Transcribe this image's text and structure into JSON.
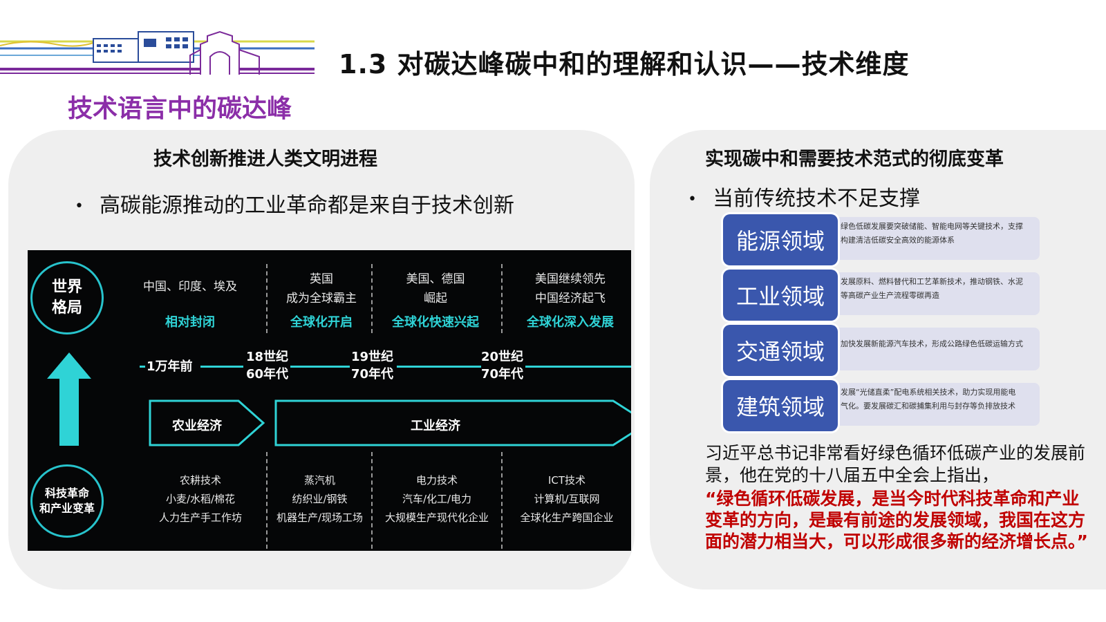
{
  "header": {
    "title": "1.3 对碳达峰碳中和的理解和认识——技术维度",
    "subtitle": "技术语言中的碳达峰"
  },
  "left_panel": {
    "heading": "技术创新推进人类文明进程",
    "bullet": "高碳能源推动的工业革命都是来自于技术创新",
    "infographic": {
      "world_circle": [
        "世界",
        "格局"
      ],
      "tech_circle": [
        "科技革命",
        "和产业变革"
      ],
      "eras": [
        {
          "lines": [
            "中国、印度、埃及"
          ],
          "highlight": "相对封闭"
        },
        {
          "lines": [
            "英国",
            "成为全球霸主"
          ],
          "highlight": "全球化开启"
        },
        {
          "lines": [
            "美国、德国",
            "崛起"
          ],
          "highlight": "全球化快速兴起"
        },
        {
          "lines": [
            "美国继续领先",
            "中国经济起飞"
          ],
          "highlight": "全球化深入发展"
        }
      ],
      "timeline": [
        {
          "lines": [
            "1万年前"
          ]
        },
        {
          "lines": [
            "18世纪",
            "60年代"
          ]
        },
        {
          "lines": [
            "19世纪",
            "70年代"
          ]
        },
        {
          "lines": [
            "20世纪",
            "70年代"
          ]
        }
      ],
      "economies": [
        "农业经济",
        "工业经济"
      ],
      "technologies": [
        [
          "农耕技术",
          "小麦/水稻/棉花",
          "人力生产手工作坊"
        ],
        [
          "蒸汽机",
          "纺织业/钢铁",
          "机器生产/现场工场"
        ],
        [
          "电力技术",
          "汽车/化工/电力",
          "大规模生产现代化企业"
        ],
        [
          "ICT技术",
          "计算机/互联网",
          "全球化生产跨国企业"
        ]
      ]
    }
  },
  "right_panel": {
    "heading": "实现碳中和需要技术范式的彻底变革",
    "bullet": "当前传统技术不足支撑",
    "domains": [
      {
        "label": "能源领域",
        "desc": [
          "• 绿色低碳发展要突破储能、智能电网等关键技术，支撑",
          "构建清洁低碳安全高效的能源体系"
        ]
      },
      {
        "label": "工业领域",
        "desc": [
          "• 发展原料、燃料替代和工艺革新技术，推动钢铁、水泥",
          "等高碳产业生产流程零碳再造"
        ]
      },
      {
        "label": "交通领域",
        "desc": [
          "• 加快发展新能源汽车技术，形成公路绿色低碳运输方式"
        ]
      },
      {
        "label": "建筑领域",
        "desc": [
          "• 发展“光储直柔”配电系统相关技术，助力实现用能电",
          "气化。要发展碳汇和碳捕集利用与封存等负排放技术"
        ]
      }
    ],
    "quote_plain": "习近平总书记非常看好绿色循环低碳产业的发展前景，他在党的十八届五中全会上指出，",
    "quote_red": "“绿色循环低碳发展，是当今时代科技革命和产业变革的方向，是最有前途的发展领域，我国在这方面的潜力相当大，可以形成很多新的经济增长点。”"
  },
  "colors": {
    "accent_purple": "#8b2ea8",
    "cyan": "#2fd3d6",
    "domain_blue": "#3a57ad",
    "quote_red": "#c00000"
  }
}
